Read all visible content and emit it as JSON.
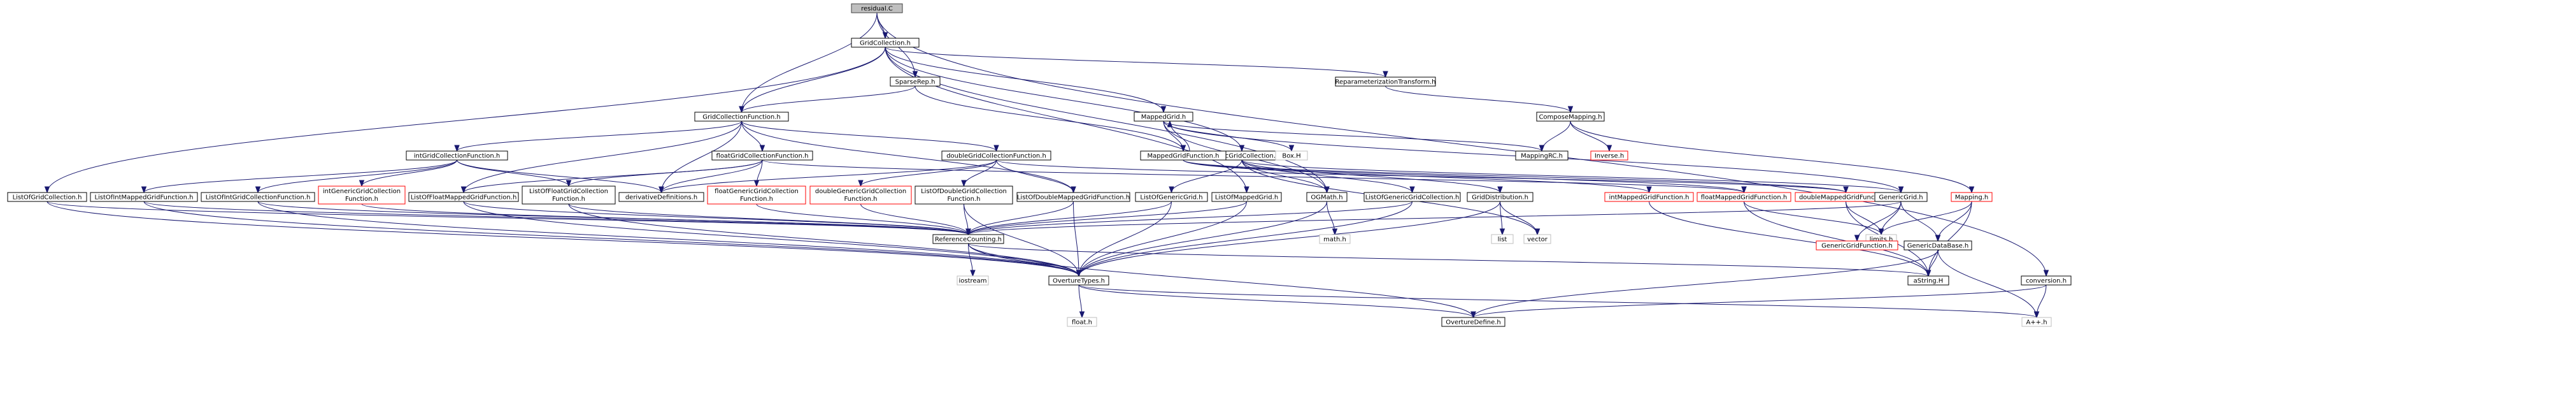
{
  "colors": {
    "edge": "#191970",
    "root_fill": "#bfbfbf",
    "root_border": "#404040",
    "node_fill": "#ffffff",
    "node_border": "#000000",
    "missing_border": "#ff0000",
    "external_border": "#bfbfbf"
  },
  "nodes": [
    {
      "id": "residual",
      "label": "residual.C",
      "kind": "root"
    },
    {
      "id": "gridcollection",
      "label": "GridCollection.h",
      "kind": "normal"
    },
    {
      "id": "sparserep",
      "label": "SparseRep.h",
      "kind": "normal"
    },
    {
      "id": "reparam",
      "label": "ReparameterizationTransform.h",
      "kind": "normal"
    },
    {
      "id": "gcf",
      "label": "GridCollectionFunction.h",
      "kind": "normal"
    },
    {
      "id": "composemapping",
      "label": "ComposeMapping.h",
      "kind": "normal"
    },
    {
      "id": "mappedgrid",
      "label": "MappedGrid.h",
      "kind": "normal"
    },
    {
      "id": "intgcf",
      "label": "intGridCollectionFunction.h",
      "kind": "normal"
    },
    {
      "id": "floatgcf",
      "label": "floatGridCollectionFunction.h",
      "kind": "normal"
    },
    {
      "id": "doublegcf",
      "label": "doubleGridCollectionFunction.h",
      "kind": "normal"
    },
    {
      "id": "genericgc",
      "label": "GenericGridCollection.h",
      "kind": "normal"
    },
    {
      "id": "mappedgridfunction",
      "label": "MappedGridFunction.h",
      "kind": "normal"
    },
    {
      "id": "boxh",
      "label": "Box.H",
      "kind": "external"
    },
    {
      "id": "mappingrc",
      "label": "MappingRC.h",
      "kind": "normal"
    },
    {
      "id": "inverse",
      "label": "Inverse.h",
      "kind": "missing"
    },
    {
      "id": "listofgc",
      "label": "ListOfGridCollection.h",
      "kind": "normal"
    },
    {
      "id": "listofintmgf",
      "label": "ListOfIntMappedGridFunction.h",
      "kind": "normal"
    },
    {
      "id": "listofintgcf",
      "label": "ListOfIntGridCollectionFunction.h",
      "kind": "normal"
    },
    {
      "id": "intgenericgcf",
      "label": [
        "intGenericGridCollection",
        "Function.h"
      ],
      "kind": "missing"
    },
    {
      "id": "listoffloatmgf",
      "label": "ListOfFloatMappedGridFunction.h",
      "kind": "normal"
    },
    {
      "id": "listoffloatgcf",
      "label": [
        "ListOfFloatGridCollection",
        "Function.h"
      ],
      "kind": "normal"
    },
    {
      "id": "derivdefs",
      "label": "derivativeDefinitions.h",
      "kind": "normal"
    },
    {
      "id": "floatgenericgcf",
      "label": [
        "floatGenericGridCollection",
        "Function.h"
      ],
      "kind": "missing"
    },
    {
      "id": "doublegenericgcf",
      "label": [
        "doubleGenericGridCollection",
        "Function.h"
      ],
      "kind": "missing"
    },
    {
      "id": "listofdoublegcf",
      "label": [
        "ListOfDoubleGridCollection",
        "Function.h"
      ],
      "kind": "normal"
    },
    {
      "id": "listofdoublemgf",
      "label": "ListOfDoubleMappedGridFunction.h",
      "kind": "normal"
    },
    {
      "id": "listofgenericgrid",
      "label": "ListOfGenericGrid.h",
      "kind": "normal"
    },
    {
      "id": "listofmappedgrid",
      "label": "ListOfMappedGrid.h",
      "kind": "normal"
    },
    {
      "id": "ogmath",
      "label": "OGMath.h",
      "kind": "normal"
    },
    {
      "id": "listofgenericgc",
      "label": "ListOfGenericGridCollection.h",
      "kind": "normal"
    },
    {
      "id": "griddistribution",
      "label": "GridDistribution.h",
      "kind": "normal"
    },
    {
      "id": "intmgf",
      "label": "intMappedGridFunction.h",
      "kind": "missing"
    },
    {
      "id": "floatmgf",
      "label": "floatMappedGridFunction.h",
      "kind": "missing"
    },
    {
      "id": "doublemgf",
      "label": "doubleMappedGridFunction.h",
      "kind": "missing"
    },
    {
      "id": "genericgrid",
      "label": "GenericGrid.h",
      "kind": "normal"
    },
    {
      "id": "mapping",
      "label": "Mapping.h",
      "kind": "missing"
    },
    {
      "id": "refcounting",
      "label": "ReferenceCounting.h",
      "kind": "normal"
    },
    {
      "id": "mathh",
      "label": "math.h",
      "kind": "external"
    },
    {
      "id": "list",
      "label": "list",
      "kind": "external"
    },
    {
      "id": "vector",
      "label": "vector",
      "kind": "external"
    },
    {
      "id": "limitsh",
      "label": "limits.h",
      "kind": "external"
    },
    {
      "id": "genericgridfunction",
      "label": "GenericGridFunction.h",
      "kind": "missing"
    },
    {
      "id": "genericdatabase",
      "label": "GenericDataBase.h",
      "kind": "normal"
    },
    {
      "id": "iostream",
      "label": "iostream",
      "kind": "external"
    },
    {
      "id": "overturetypes",
      "label": "OvertureTypes.h",
      "kind": "normal"
    },
    {
      "id": "astring",
      "label": "aString.H",
      "kind": "normal"
    },
    {
      "id": "conversion",
      "label": "conversion.h",
      "kind": "normal"
    },
    {
      "id": "floath",
      "label": "float.h",
      "kind": "external"
    },
    {
      "id": "overturedefine",
      "label": "OvertureDefine.h",
      "kind": "normal"
    },
    {
      "id": "appph",
      "label": "A++.h",
      "kind": "external"
    }
  ]
}
